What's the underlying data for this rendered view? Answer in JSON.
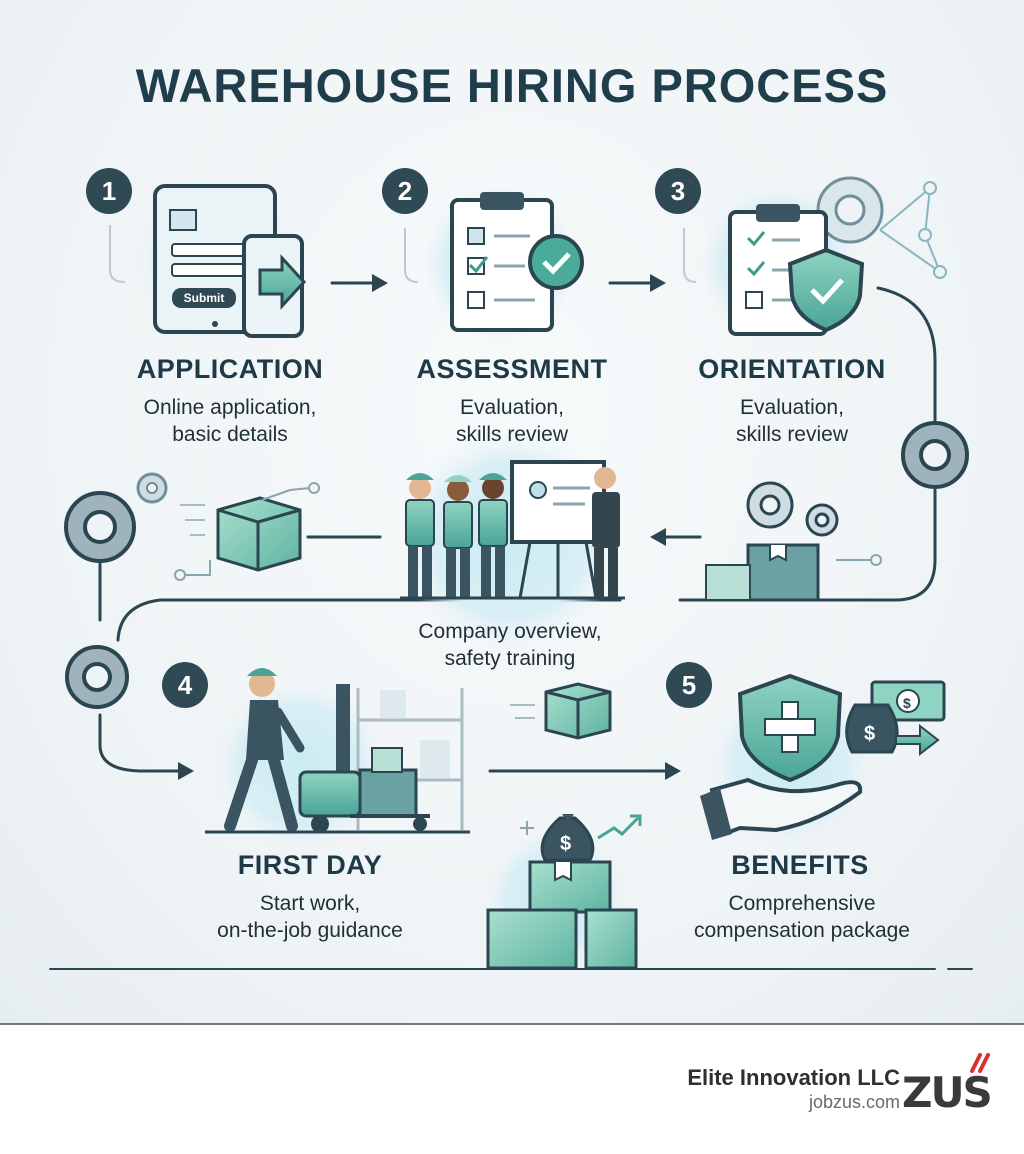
{
  "title": "WAREHOUSE HIRING PROCESS",
  "steps": [
    {
      "number": "1",
      "title": "APPLICATION",
      "desc_line1": "Online application,",
      "desc_line2": "basic details",
      "button_label": "Submit"
    },
    {
      "number": "2",
      "title": "ASSESSMENT",
      "desc_line1": "Evaluation,",
      "desc_line2": "skills review"
    },
    {
      "number": "3",
      "title": "ORIENTATION",
      "desc_line1": "Evaluation,",
      "desc_line2": "skills review"
    },
    {
      "number": "4",
      "title": "FIRST DAY",
      "desc_line1": "Start work,",
      "desc_line2": "on-the-job guidance"
    },
    {
      "number": "5",
      "title": "BENEFITS",
      "desc_line1": "Comprehensive",
      "desc_line2": "compensation package"
    }
  ],
  "orientation_detail": {
    "line1": "Company overview,",
    "line2": "safety training"
  },
  "footer": {
    "company": "Elite Innovation LLC",
    "website": "jobzus.com",
    "logo_text": "ZUS"
  },
  "colors": {
    "navy": "#1f3d4a",
    "teal": "#3f9a8f",
    "mint": "#9fd8c8",
    "light_blue": "#d3e8f3",
    "accent_red": "#d9322b"
  },
  "icons": [
    "tablet-form-icon",
    "phone-arrow-icon",
    "clipboard-check-icon",
    "check-badge-icon",
    "shield-check-icon",
    "gear-icon",
    "network-icon",
    "box-icon",
    "workers-presentation-icon",
    "forklift-worker-icon",
    "shelves-icon",
    "money-bag-icon",
    "health-shield-icon",
    "hand-icon",
    "cash-icon",
    "growth-arrow-icon"
  ]
}
